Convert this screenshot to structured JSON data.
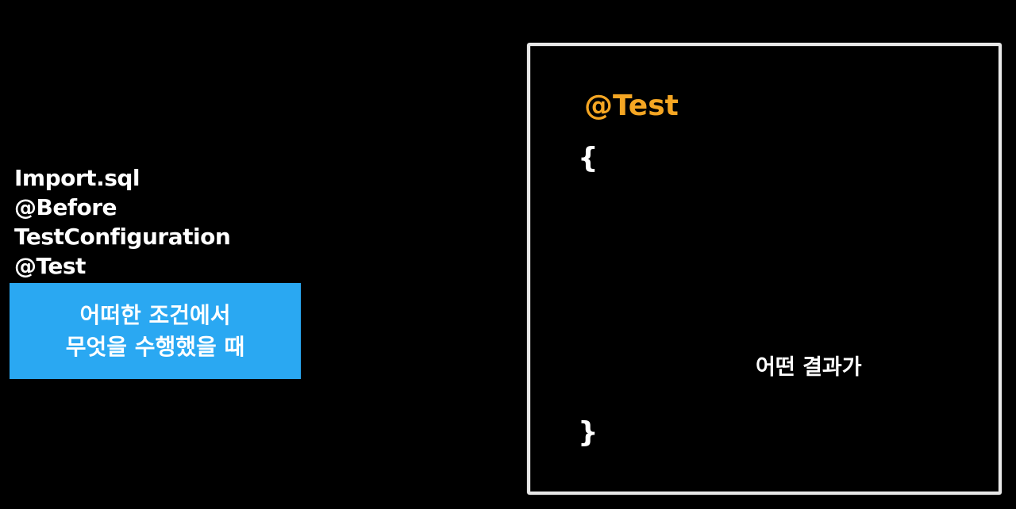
{
  "left_list": {
    "items": [
      "Import.sql",
      "@Before",
      "TestConfiguration",
      "@Test"
    ]
  },
  "highlight_box": {
    "line1": "어떠한 조건에서",
    "line2": "무엇을 수행했을 때",
    "color": "#2aa8f2"
  },
  "code_frame": {
    "annotation": "@Test",
    "annotation_color": "#f5a623",
    "open_brace": "{",
    "close_brace": "}",
    "result_text": "어떤 결과가"
  }
}
